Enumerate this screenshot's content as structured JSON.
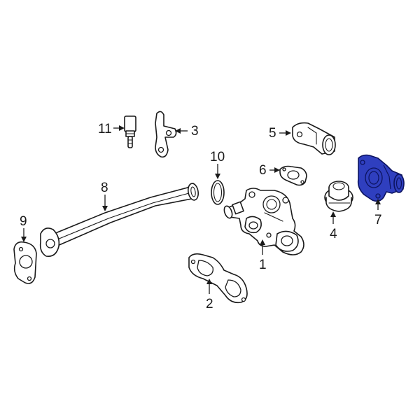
{
  "diagram": {
    "highlight_color": "#2f3fbf",
    "callouts": {
      "c1": "1",
      "c2": "2",
      "c3": "3",
      "c4": "4",
      "c5": "5",
      "c6": "6",
      "c7": "7",
      "c8": "8",
      "c9": "9",
      "c10": "10",
      "c11": "11"
    }
  }
}
